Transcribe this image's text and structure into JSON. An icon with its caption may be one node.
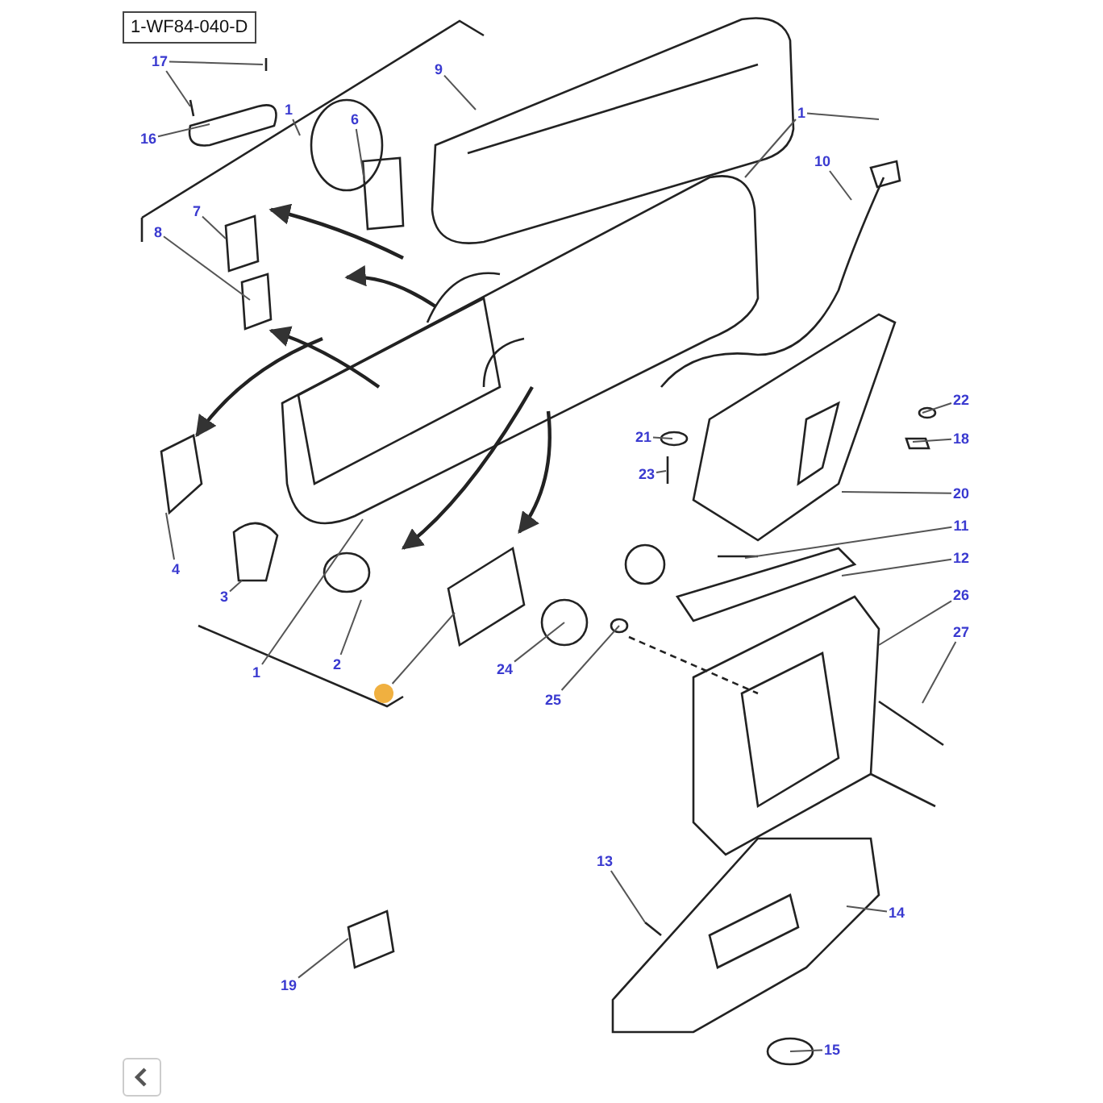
{
  "diagram": {
    "title": "1-WF84-040-D",
    "nodes": [
      {
        "text": [
          "17"
        ]
      },
      {
        "text": [
          "16"
        ]
      },
      {
        "text": [
          "9"
        ]
      },
      {
        "text": [
          "1"
        ]
      },
      {
        "text": [
          "6"
        ]
      },
      {
        "text": [
          "1"
        ]
      },
      {
        "text": [
          "10"
        ]
      },
      {
        "text": [
          "7"
        ]
      },
      {
        "text": [
          "8"
        ]
      },
      {
        "text": [
          "22"
        ]
      },
      {
        "text": [
          "21"
        ]
      },
      {
        "text": [
          "18"
        ]
      },
      {
        "text": [
          "23"
        ]
      },
      {
        "text": [
          "20"
        ]
      },
      {
        "text": [
          "11"
        ]
      },
      {
        "text": [
          "12"
        ]
      },
      {
        "text": [
          "4"
        ]
      },
      {
        "text": [
          "3"
        ]
      },
      {
        "text": [
          "26"
        ]
      },
      {
        "text": [
          "27"
        ]
      },
      {
        "text": [
          "24"
        ]
      },
      {
        "text": [
          "2"
        ]
      },
      {
        "text": [
          "1"
        ]
      },
      {
        "text": [],
        "shape": "circle"
      },
      {
        "text": [
          "25"
        ]
      },
      {
        "text": [
          "13"
        ]
      },
      {
        "text": [
          "14"
        ]
      },
      {
        "text": [
          "19"
        ]
      },
      {
        "text": [
          "15"
        ]
      }
    ],
    "edges": [
      {
        "from": 0,
        "to": null,
        "arrow": "none"
      },
      {
        "from": 0,
        "to": null,
        "arrow": "none"
      },
      {
        "from": 1,
        "to": null,
        "arrow": "none"
      },
      {
        "from": 2,
        "to": null,
        "arrow": "none"
      },
      {
        "from": 3,
        "to": null,
        "arrow": "none"
      },
      {
        "from": 4,
        "to": null,
        "arrow": "none"
      },
      {
        "from": 5,
        "to": null,
        "arrow": "none"
      },
      {
        "from": 5,
        "to": null,
        "arrow": "none"
      },
      {
        "from": 6,
        "to": null,
        "arrow": "none"
      },
      {
        "from": 7,
        "to": null,
        "arrow": "none"
      },
      {
        "from": 8,
        "to": null,
        "arrow": "none"
      },
      {
        "from": 9,
        "to": null,
        "arrow": "none"
      },
      {
        "from": 10,
        "to": null,
        "arrow": "none"
      },
      {
        "from": 11,
        "to": null,
        "arrow": "none"
      },
      {
        "from": 12,
        "to": null,
        "arrow": "none"
      },
      {
        "from": 13,
        "to": null,
        "arrow": "none"
      },
      {
        "from": 14,
        "to": null,
        "arrow": "none"
      },
      {
        "from": 15,
        "to": null,
        "arrow": "none"
      },
      {
        "from": 16,
        "to": null,
        "arrow": "none"
      },
      {
        "from": 17,
        "to": null,
        "arrow": "none"
      },
      {
        "from": 18,
        "to": null,
        "arrow": "none"
      },
      {
        "from": 19,
        "to": null,
        "arrow": "none"
      },
      {
        "from": 20,
        "to": null,
        "arrow": "none"
      },
      {
        "from": 21,
        "to": null,
        "arrow": "none"
      },
      {
        "from": 22,
        "to": null,
        "arrow": "none"
      },
      {
        "from": 23,
        "to": null,
        "arrow": "none"
      },
      {
        "from": 24,
        "to": null,
        "arrow": "none"
      },
      {
        "from": 25,
        "to": null,
        "arrow": "none"
      },
      {
        "from": 26,
        "to": null,
        "arrow": "none"
      },
      {
        "from": 27,
        "to": null,
        "arrow": "none"
      },
      {
        "from": 28,
        "to": null,
        "arrow": "none"
      }
    ]
  }
}
